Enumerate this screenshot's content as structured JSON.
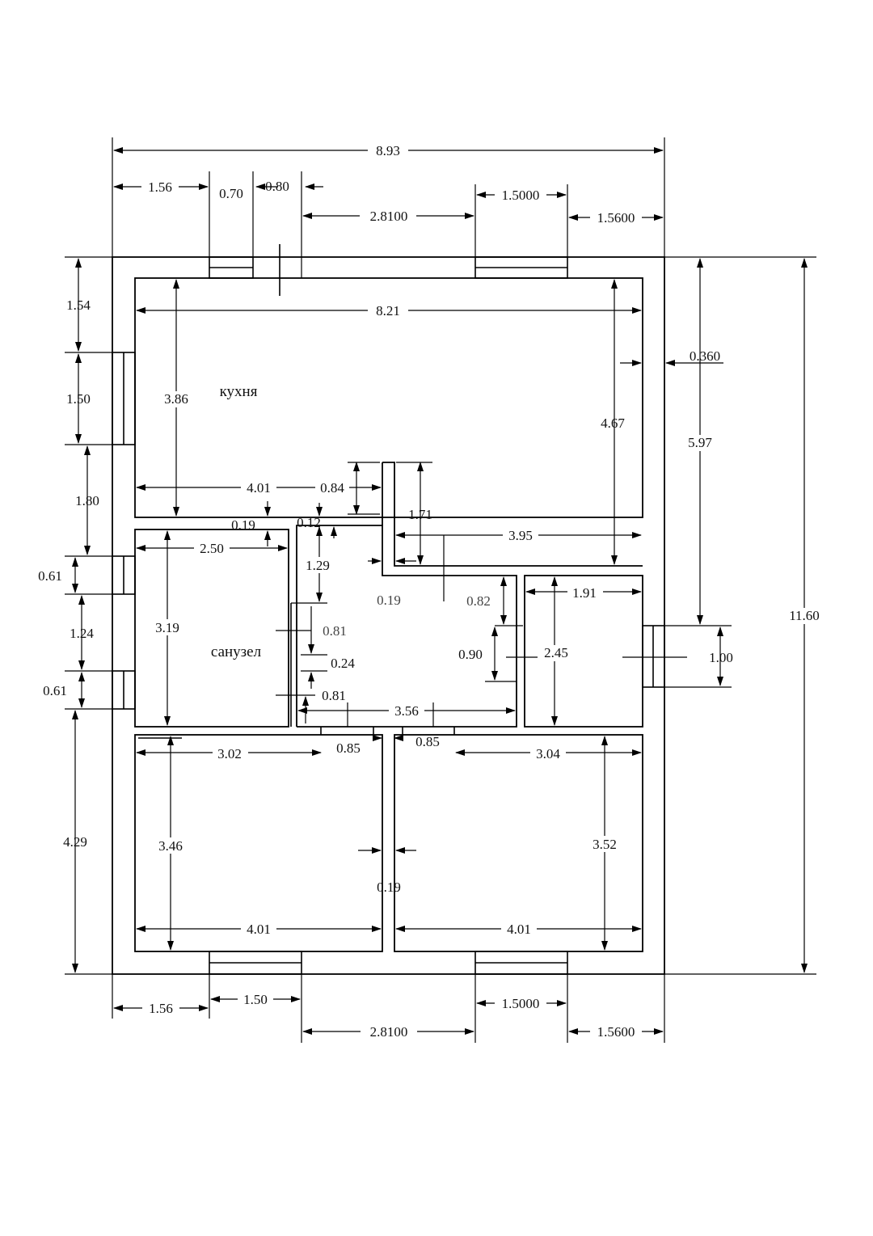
{
  "rooms": {
    "kitchen": "кухня",
    "bathroom": "санузел"
  },
  "dims": {
    "total_width": "8.93",
    "top_left_1": "1.56",
    "top_window_1": "0.70",
    "top_door": "0.80",
    "top_mid": "2.8100",
    "top_window_2": "1.5000",
    "top_right": "1.5600",
    "left_1": "1.54",
    "left_2": "1.50",
    "left_3": "1.80",
    "left_4": "0.61",
    "left_5": "1.24",
    "left_6": "0.61",
    "left_7": "4.29",
    "total_height": "11.60",
    "right_1": "0.360",
    "right_2": "5.97",
    "right_3": "1.00",
    "kitchen_width": "8.21",
    "kitchen_height_left": "3.86",
    "kitchen_height_right": "4.67",
    "kitchen_bottom": "4.01",
    "kitchen_partition": "0.84",
    "wall_019_a": "0.19",
    "wall_012": "0.12",
    "hall_171": "1.71",
    "hall_395": "3.95",
    "bath_width": "2.50",
    "bath_height": "3.19",
    "hall_129": "1.29",
    "hall_019": "0.19",
    "hall_082": "0.82",
    "room_191": "1.91",
    "door_081_a": "0.81",
    "door_024": "0.24",
    "door_081_b": "0.81",
    "hall_090": "0.90",
    "room_245": "2.45",
    "hall_356": "3.56",
    "door_085_a": "0.85",
    "door_085_b": "0.85",
    "room_a_width": "3.02",
    "room_b_width": "3.04",
    "room_a_height": "3.46",
    "room_b_height": "3.52",
    "wall_019_b": "0.19",
    "room_a_bottom": "4.01",
    "room_b_bottom": "4.01",
    "bottom_left_1": "1.56",
    "bottom_window_1": "1.50",
    "bottom_mid": "2.8100",
    "bottom_window_2": "1.5000",
    "bottom_right": "1.5600"
  }
}
